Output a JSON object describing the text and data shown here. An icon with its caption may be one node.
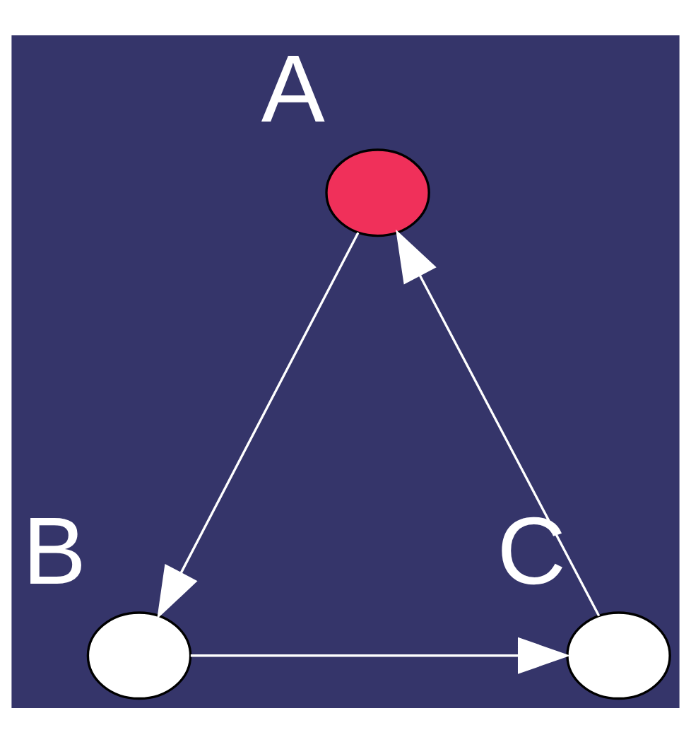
{
  "diagram": {
    "nodes": [
      {
        "text": [
          "A"
        ]
      },
      {
        "text": [
          "B"
        ]
      },
      {
        "text": [
          "C"
        ]
      }
    ],
    "edges": [
      {
        "from": 0,
        "to": 1,
        "arrow": "to"
      },
      {
        "from": 1,
        "to": 2,
        "arrow": "to"
      },
      {
        "from": 2,
        "to": 0,
        "arrow": "to"
      }
    ]
  }
}
